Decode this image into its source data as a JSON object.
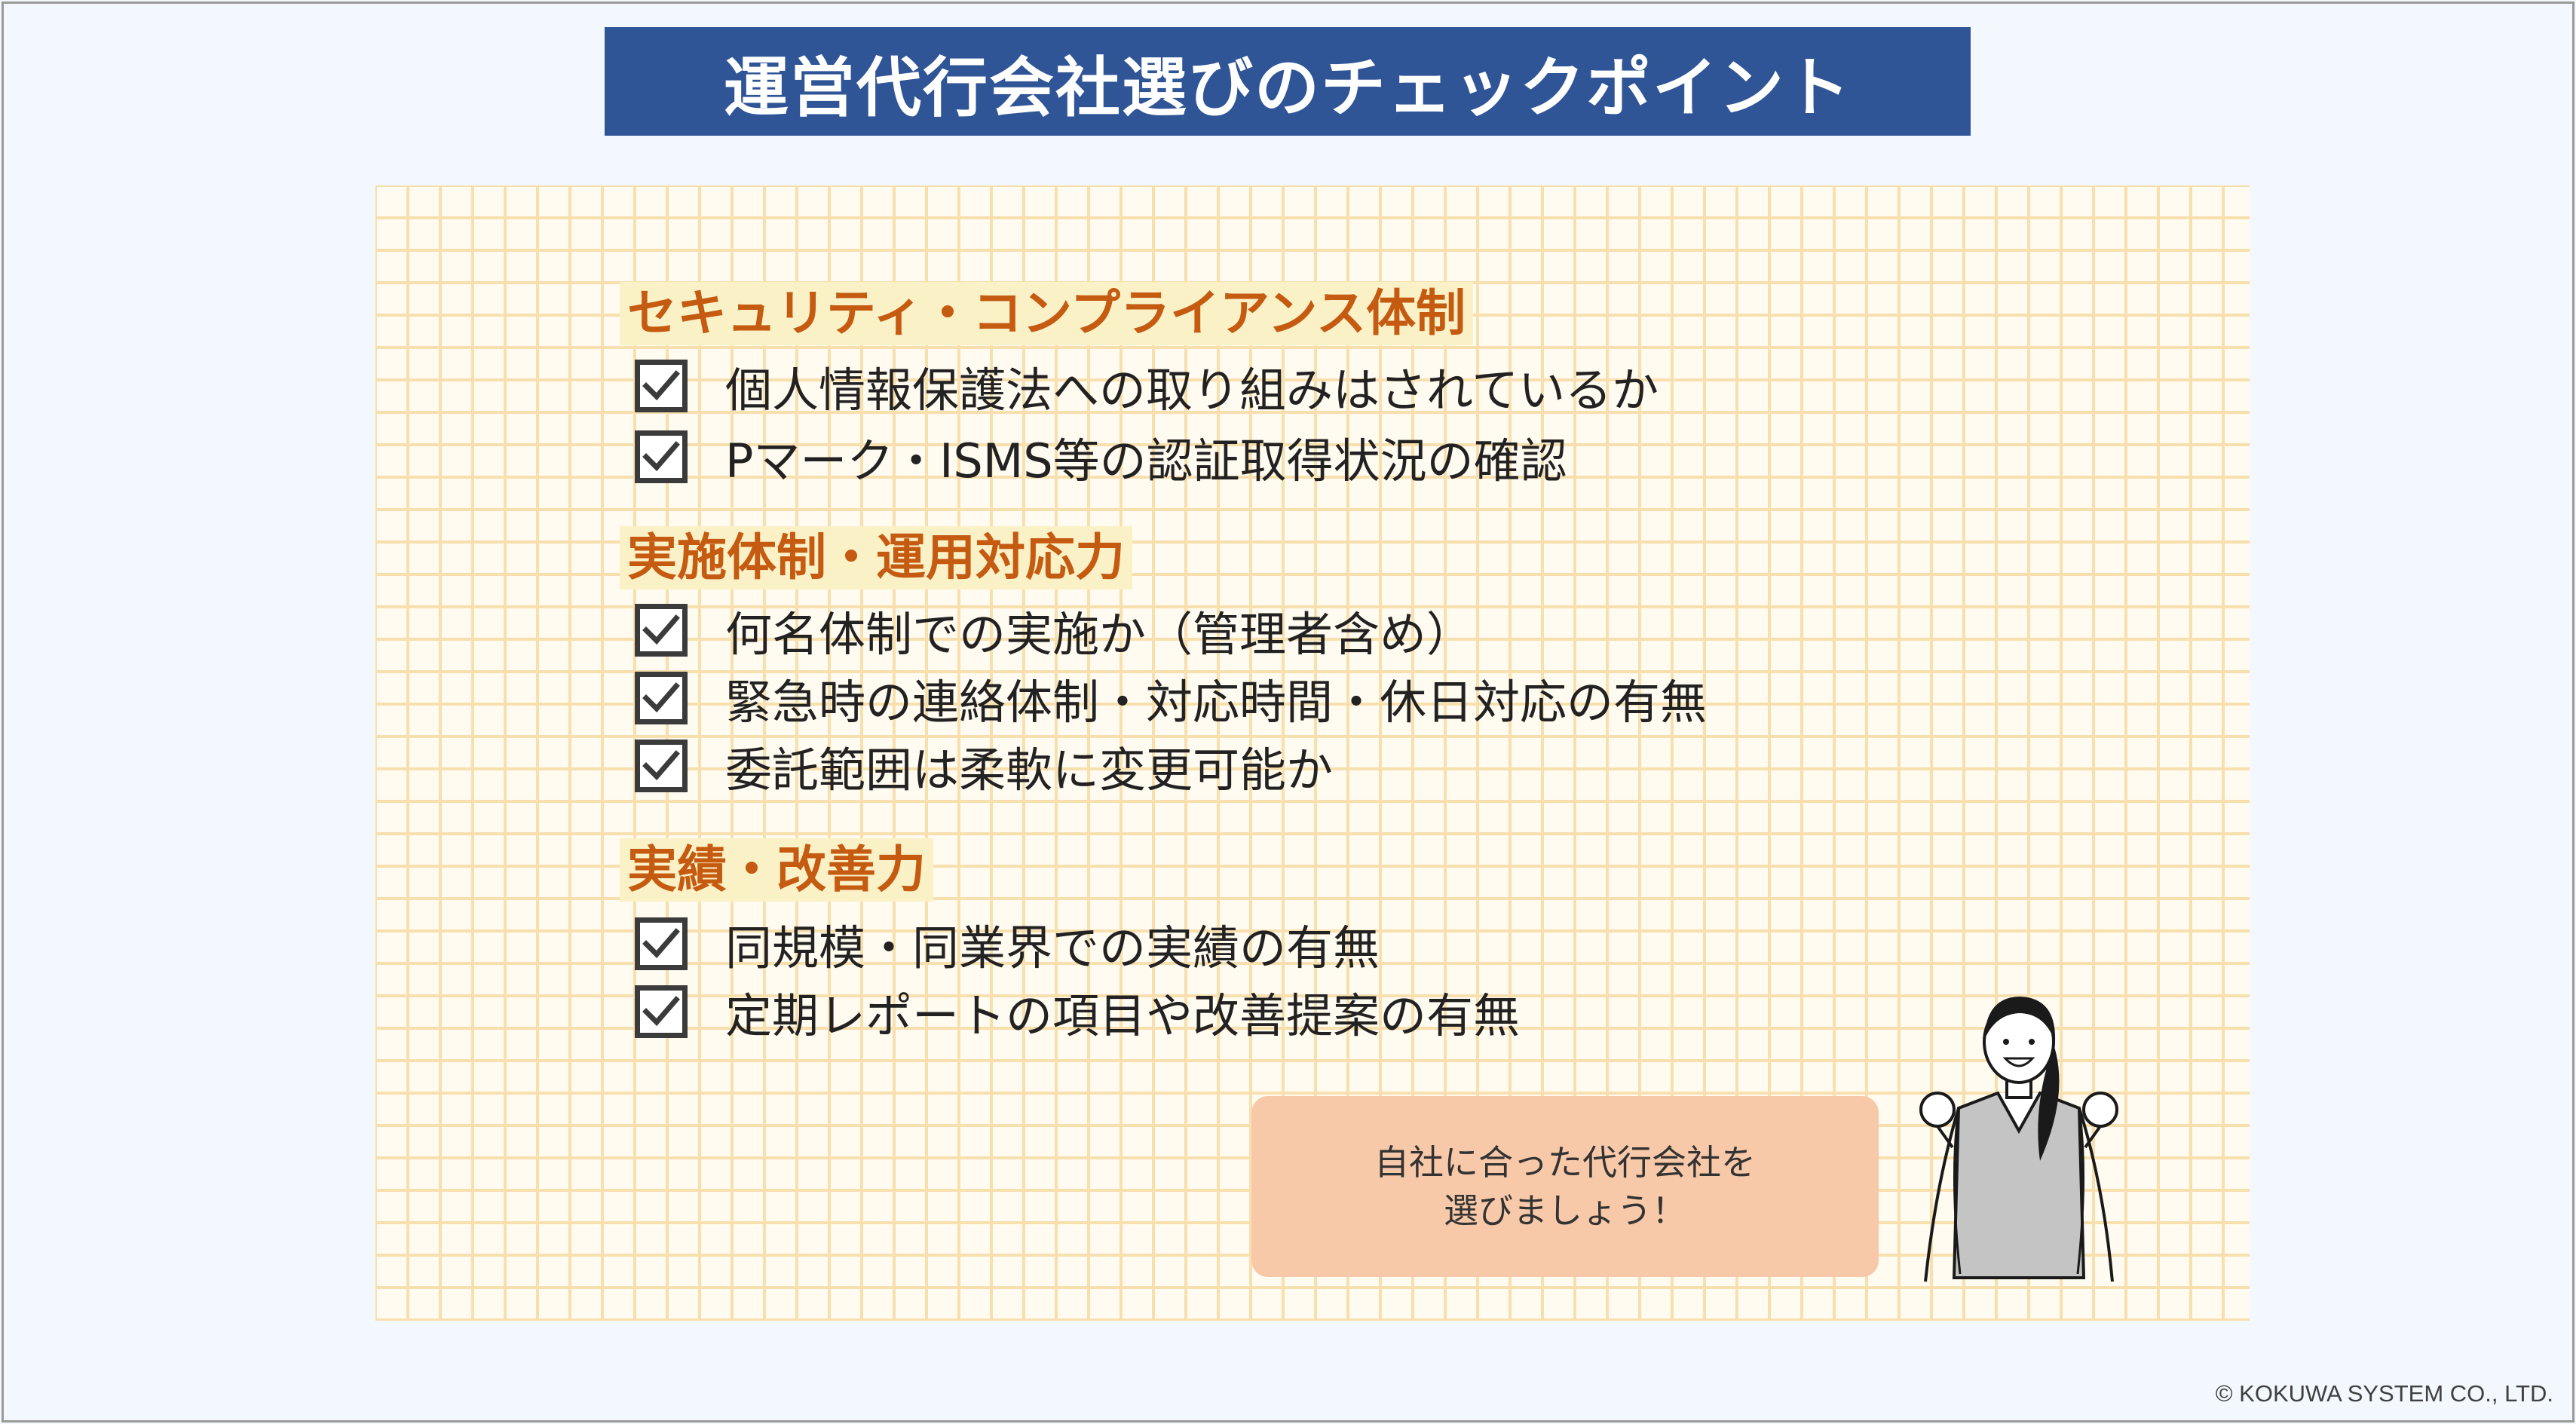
{
  "title": "運営代行会社選びのチェックポイント",
  "sections": [
    {
      "heading": "セキュリティ・コンプライアンス体制",
      "items": [
        "個人情報保護法への取り組みはされているか",
        "Pマーク・ISMS等の認証取得状況の確認"
      ]
    },
    {
      "heading": "実施体制・運用対応力",
      "items": [
        "何名体制での実施か（管理者含め）",
        "緊急時の連絡体制・対応時間・休日対応の有無",
        "委託範囲は柔軟に変更可能か"
      ]
    },
    {
      "heading": "実績・改善力",
      "items": [
        "同規模・同業界での実績の有無",
        "定期レポートの項目や改善提案の有無"
      ]
    }
  ],
  "callout": {
    "line1": "自社に合った代行会社を",
    "line2": "選びましょう！"
  },
  "copyright": "© KOKUWA SYSTEM CO., LTD.",
  "colors": {
    "title_bg": "#2f5597",
    "heading_text": "#c55a11",
    "heading_bg": "#fbf1c7",
    "grid_line": "#f8dfae",
    "callout_bg": "#f8c9a9"
  }
}
